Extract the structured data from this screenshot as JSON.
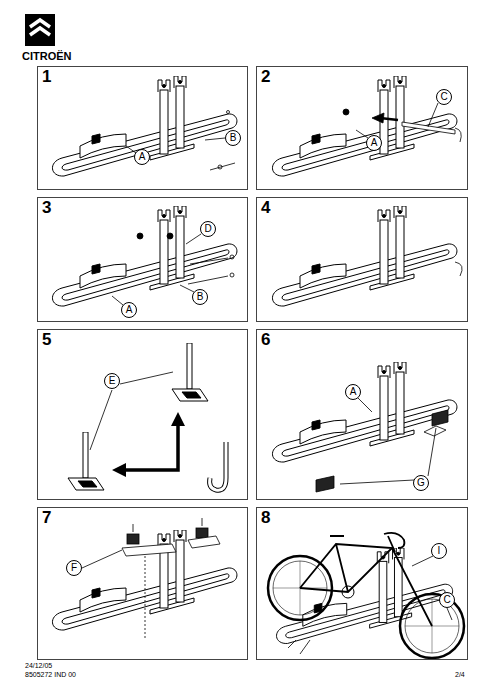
{
  "diagram": {
    "nodes": [
      {
        "text": [
          "1"
        ]
      },
      {
        "text": [
          "A"
        ],
        "in": 0
      },
      {
        "text": [
          "B"
        ],
        "in": 0
      },
      {
        "text": [
          "2"
        ]
      },
      {
        "text": [
          "C"
        ],
        "in": 3
      },
      {
        "text": [
          "A"
        ],
        "in": 3
      },
      {
        "text": [
          "3"
        ]
      },
      {
        "text": [
          "D"
        ],
        "in": 6
      },
      {
        "text": [
          "B"
        ],
        "in": 6
      },
      {
        "text": [
          "A"
        ],
        "in": 6
      },
      {
        "text": [
          "4"
        ]
      },
      {
        "text": [
          "5"
        ]
      },
      {
        "text": [
          "E"
        ],
        "in": 11
      },
      {
        "text": [
          "6"
        ]
      },
      {
        "text": [
          "A"
        ],
        "in": 13
      },
      {
        "text": [
          "G"
        ],
        "in": 13
      },
      {
        "text": [
          "7"
        ]
      },
      {
        "text": [
          "F"
        ],
        "in": 16
      },
      {
        "text": [
          "8"
        ]
      },
      {
        "text": [
          "I"
        ],
        "in": 18
      },
      {
        "text": [
          "C"
        ],
        "in": 18
      }
    ],
    "labels": [
      "CITROËN",
      "24/12/05",
      "8505272 IND 00",
      "2/4"
    ]
  }
}
